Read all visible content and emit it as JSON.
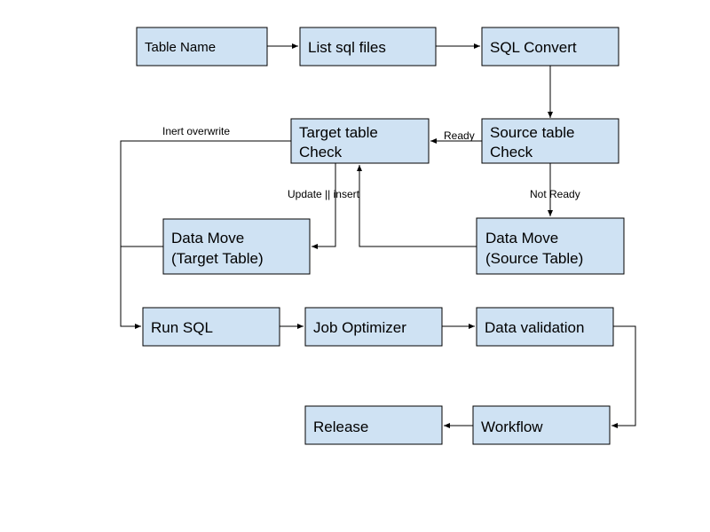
{
  "colors": {
    "box_fill": "#cfe2f3",
    "box_stroke": "#000000",
    "line": "#000000",
    "background": "#ffffff"
  },
  "nodes": {
    "table_name": {
      "lines": [
        "Table Name"
      ]
    },
    "list_sql_files": {
      "lines": [
        "List sql files"
      ]
    },
    "sql_convert": {
      "lines": [
        "SQL Convert"
      ]
    },
    "source_table_check": {
      "lines": [
        "Source table",
        "Check"
      ]
    },
    "target_table_check": {
      "lines": [
        "Target table",
        "Check"
      ]
    },
    "data_move_target": {
      "lines": [
        "Data Move",
        "(Target Table)"
      ]
    },
    "data_move_source": {
      "lines": [
        "Data Move",
        "(Source Table)"
      ]
    },
    "run_sql": {
      "lines": [
        "Run SQL"
      ]
    },
    "job_optimizer": {
      "lines": [
        "Job Optimizer"
      ]
    },
    "data_validation": {
      "lines": [
        "Data validation"
      ]
    },
    "workflow": {
      "lines": [
        "Workflow"
      ]
    },
    "release": {
      "lines": [
        "Release"
      ]
    }
  },
  "edge_labels": {
    "ready": "Ready",
    "not_ready": "Not Ready",
    "update_insert": "Update || insert",
    "inert_overwrite": "Inert overwrite"
  }
}
